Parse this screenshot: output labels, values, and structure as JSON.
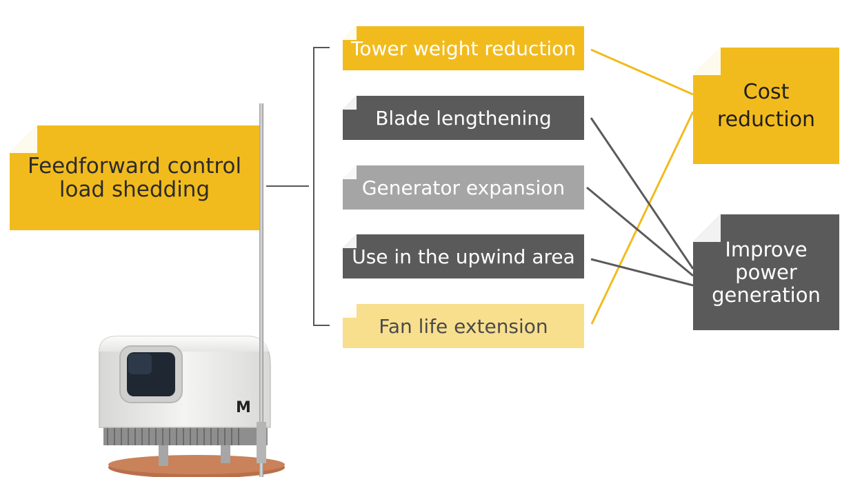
{
  "source": {
    "label": "Feedforward control load shedding",
    "line1": "Feedforward control",
    "line2": "load shedding"
  },
  "benefits": [
    {
      "label": "Tower weight reduction"
    },
    {
      "label": "Blade lengthening"
    },
    {
      "label": "Generator expansion"
    },
    {
      "label": "Use in the upwind area"
    },
    {
      "label": "Fan life extension"
    }
  ],
  "outcomes": {
    "cost": {
      "line1": "Cost",
      "line2": "reduction"
    },
    "power": {
      "line1": "Improve",
      "line2": "power",
      "line3": "generation"
    }
  },
  "colors": {
    "yellow": "#f2bb1d",
    "pale_yellow": "#f8df8e",
    "dark_gray": "#5b5a5b",
    "light_gray": "#a6a5a5"
  }
}
